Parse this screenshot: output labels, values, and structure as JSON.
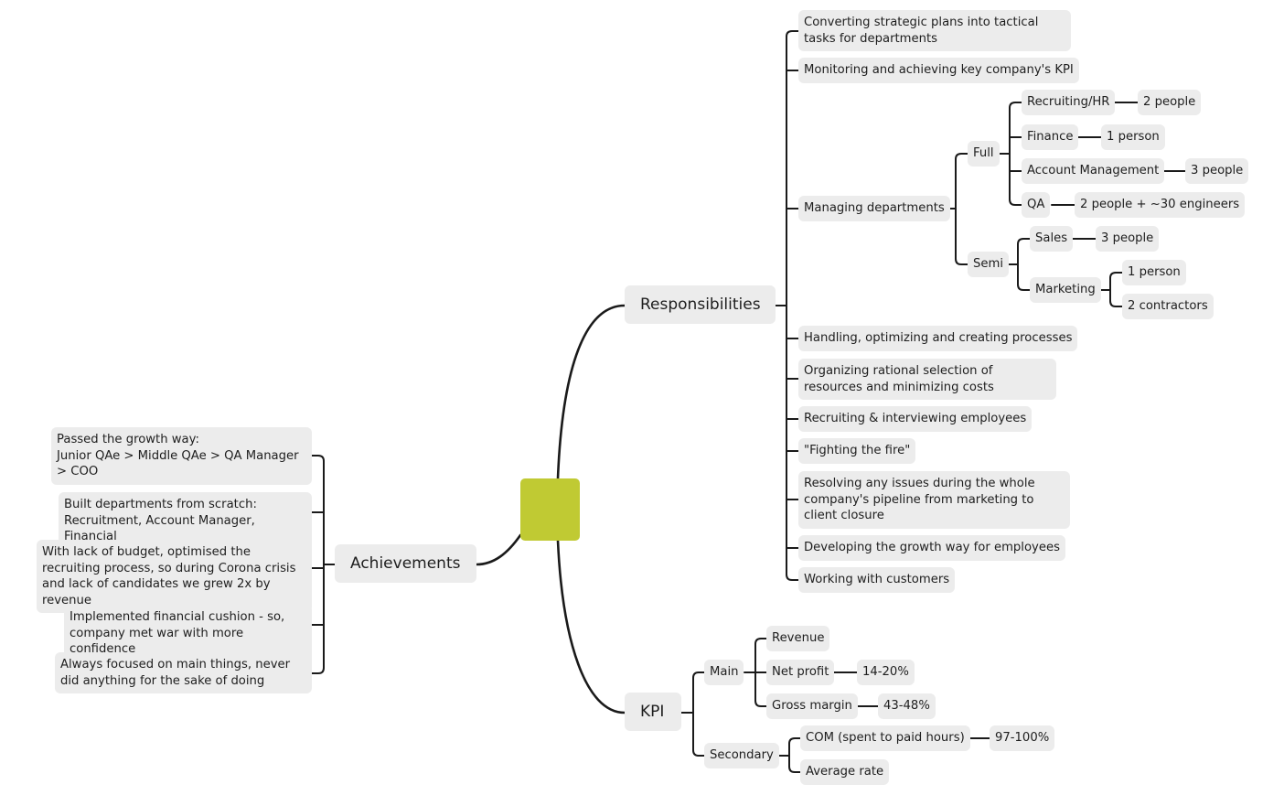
{
  "center": {
    "label": "",
    "color": "#c0ca33"
  },
  "responsibilities": {
    "label": "Responsibilities",
    "items": [
      "Converting strategic plans into tactical tasks for departments",
      "Monitoring and achieving key company's KPI",
      "Managing departments",
      "Handling, optimizing and creating processes",
      "Organizing rational selection of resources and minimizing costs",
      "Recruiting & interviewing employees",
      "\"Fighting the fire\"",
      "Resolving any issues during the whole company's pipeline from marketing to client closure",
      "Developing the growth way for employees",
      "Working with customers"
    ],
    "departments": {
      "full": {
        "label": "Full",
        "items": [
          {
            "name": "Recruiting/HR",
            "size": "2 people"
          },
          {
            "name": "Finance",
            "size": "1 person"
          },
          {
            "name": "Account Management",
            "size": "3 people"
          },
          {
            "name": "QA",
            "size": "2 people + ~30 engineers"
          }
        ]
      },
      "semi": {
        "label": "Semi",
        "sales": {
          "name": "Sales",
          "size": "3 people"
        },
        "marketing": {
          "name": "Marketing",
          "sizes": [
            "1 person",
            "2 contractors"
          ]
        }
      }
    }
  },
  "kpi": {
    "label": "KPI",
    "main": {
      "label": "Main",
      "revenue": "Revenue",
      "net_profit": "Net profit",
      "net_profit_value": "14-20%",
      "gross_margin": "Gross margin",
      "gross_margin_value": "43-48%"
    },
    "secondary": {
      "label": "Secondary",
      "com": "COM (spent to paid hours)",
      "com_value": "97-100%",
      "average_rate": "Average rate"
    }
  },
  "achievements": {
    "label": "Achievements",
    "items": [
      "Passed the growth way:\nJunior QAe > Middle QAe > QA Manager > COO",
      "Built departments from scratch:\nRecruitment, Account Manager, Financial",
      "With lack of budget, optimised the recruiting process, so during Corona crisis and lack of candidates we grew 2x by revenue",
      "Implemented financial cushion - so, company met war with more confidence",
      "Always focused on main things, never did anything for the sake of doing"
    ]
  }
}
